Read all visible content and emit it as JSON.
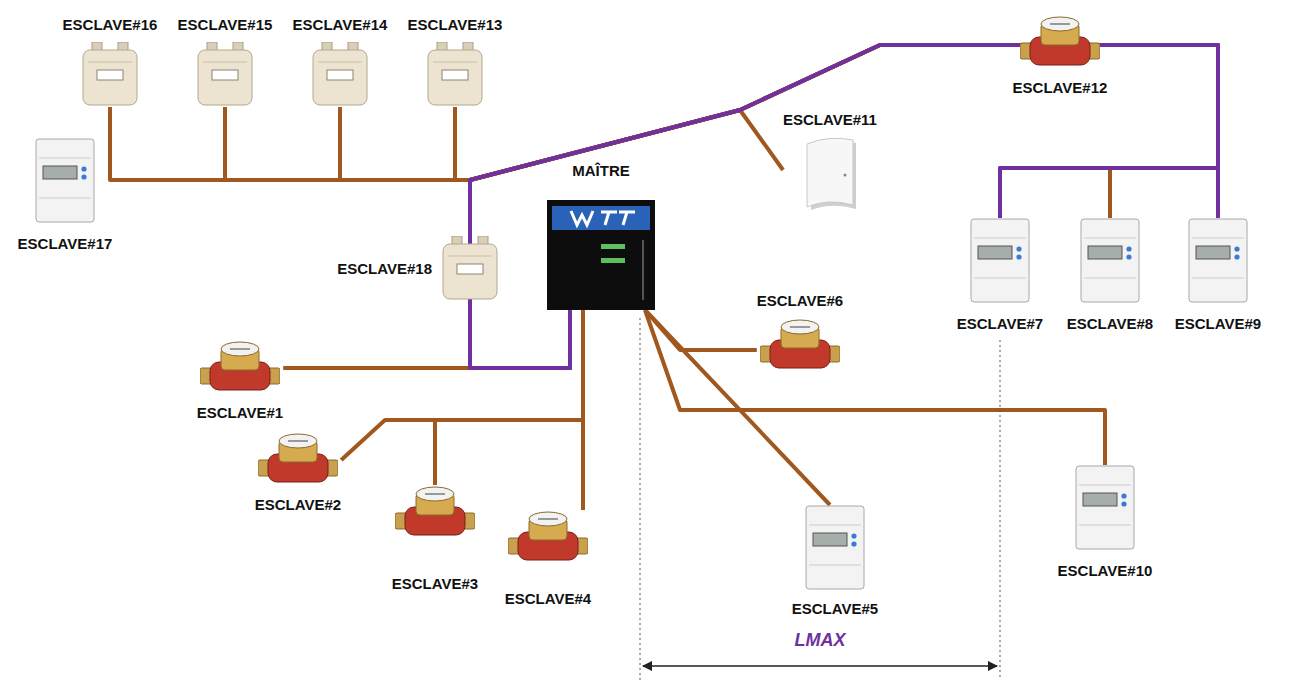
{
  "diagram": {
    "nodes": [
      {
        "text": [
          "MAÎTRE"
        ]
      },
      {
        "text": [
          "ESCLAVE#1"
        ]
      },
      {
        "text": [
          "ESCLAVE#2"
        ]
      },
      {
        "text": [
          "ESCLAVE#3"
        ]
      },
      {
        "text": [
          "ESCLAVE#4"
        ]
      },
      {
        "text": [
          "ESCLAVE#5"
        ]
      },
      {
        "text": [
          "ESCLAVE#6"
        ]
      },
      {
        "text": [
          "ESCLAVE#7"
        ]
      },
      {
        "text": [
          "ESCLAVE#8"
        ]
      },
      {
        "text": [
          "ESCLAVE#9"
        ]
      },
      {
        "text": [
          "ESCLAVE#10"
        ]
      },
      {
        "text": [
          "ESCLAVE#11"
        ]
      },
      {
        "text": [
          "ESCLAVE#12"
        ]
      },
      {
        "text": [
          "ESCLAVE#13"
        ]
      },
      {
        "text": [
          "ESCLAVE#14"
        ]
      },
      {
        "text": [
          "ESCLAVE#15"
        ]
      },
      {
        "text": [
          "ESCLAVE#16"
        ]
      },
      {
        "text": [
          "ESCLAVE#17"
        ]
      },
      {
        "text": [
          "ESCLAVE#18"
        ]
      }
    ],
    "edges": [
      {
        "from": 0,
        "to": 1,
        "arrow": "none"
      },
      {
        "from": 0,
        "to": 2,
        "arrow": "none"
      },
      {
        "from": 0,
        "to": 3,
        "arrow": "none"
      },
      {
        "from": 0,
        "to": 4,
        "arrow": "none"
      },
      {
        "from": 0,
        "to": 5,
        "arrow": "none"
      },
      {
        "from": 0,
        "to": 6,
        "arrow": "none"
      },
      {
        "from": 0,
        "to": 7,
        "arrow": "none"
      },
      {
        "from": 0,
        "to": 8,
        "arrow": "none"
      },
      {
        "from": 0,
        "to": 9,
        "arrow": "none"
      },
      {
        "from": 0,
        "to": 10,
        "arrow": "none"
      },
      {
        "from": 0,
        "to": 11,
        "arrow": "none"
      },
      {
        "from": 0,
        "to": 12,
        "arrow": "none"
      },
      {
        "from": 0,
        "to": 13,
        "arrow": "none"
      },
      {
        "from": 0,
        "to": 14,
        "arrow": "none"
      },
      {
        "from": 0,
        "to": 15,
        "arrow": "none"
      },
      {
        "from": 0,
        "to": 16,
        "arrow": "none"
      },
      {
        "from": 0,
        "to": 17,
        "arrow": "none"
      },
      {
        "from": 0,
        "to": 18,
        "arrow": "none"
      }
    ],
    "labels": [
      "LMAX"
    ]
  }
}
